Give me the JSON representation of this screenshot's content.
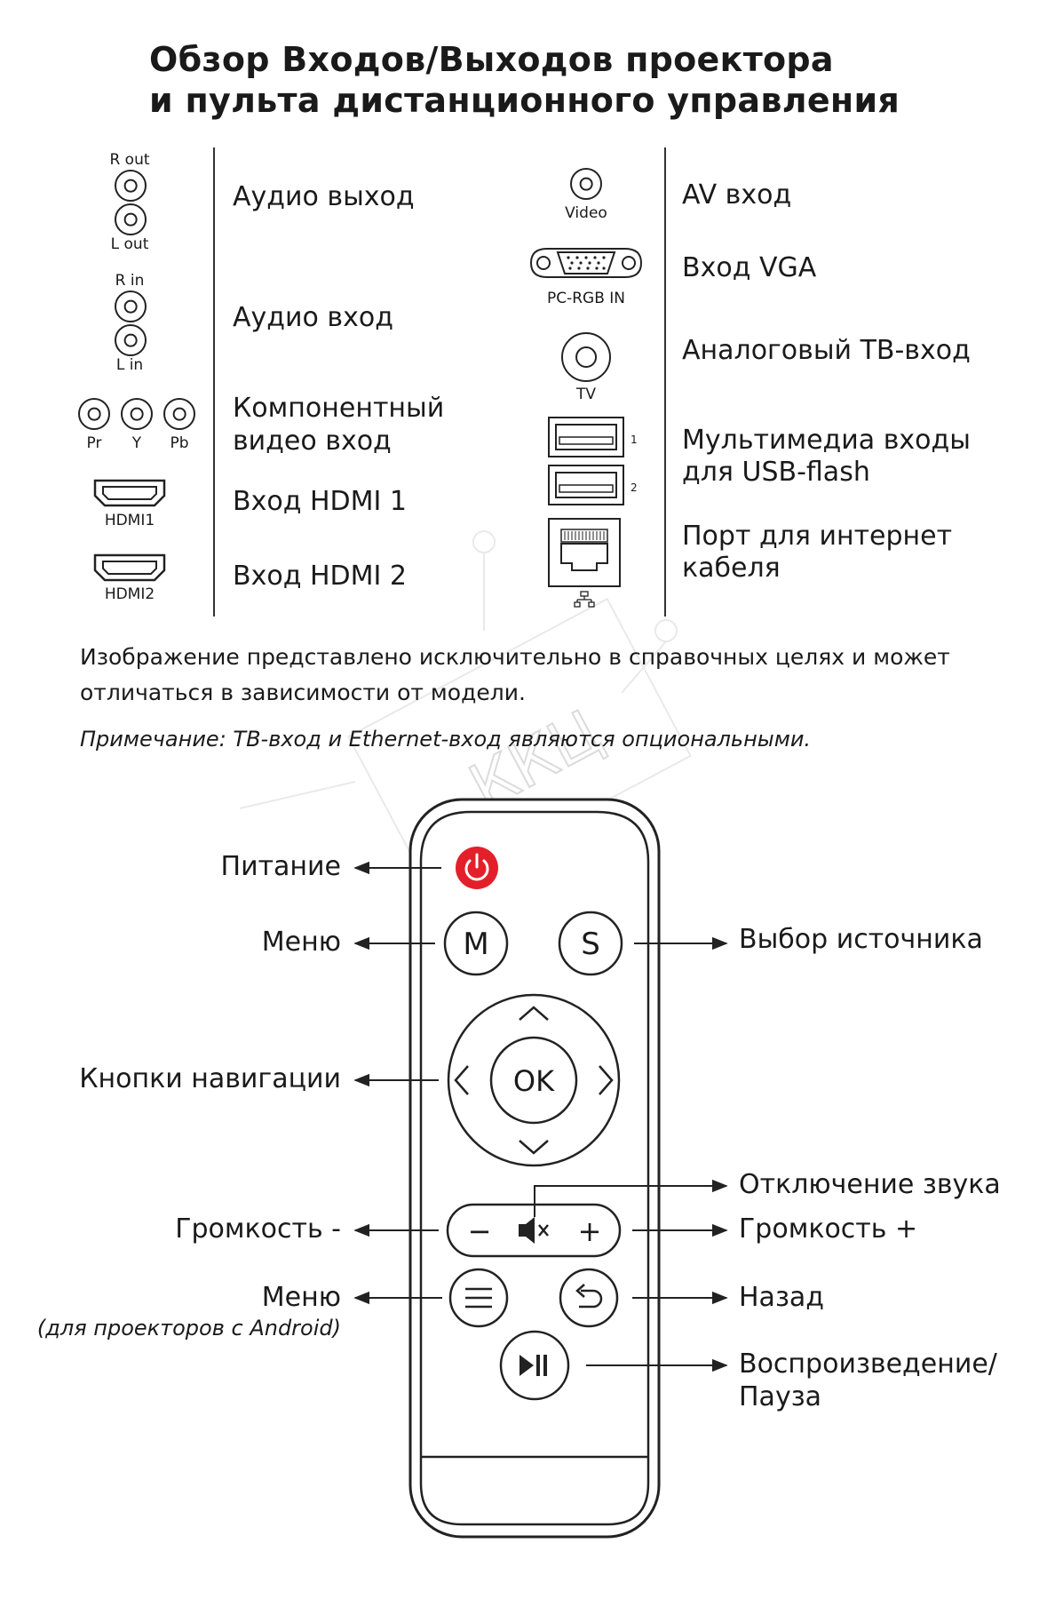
{
  "title": {
    "line1": "Обзор Входов/Выходов проектора",
    "line2": "и пульта дистанционного управления"
  },
  "ports_left": {
    "audio_out": {
      "top": "R out",
      "bottom": "L out",
      "label": "Аудио выход"
    },
    "audio_in": {
      "top": "R in",
      "bottom": "L in",
      "label": "Аудио вход"
    },
    "component": {
      "pr": "Pr",
      "y": "Y",
      "pb": "Pb",
      "label_line1": "Компонентный",
      "label_line2": "видео вход"
    },
    "hdmi1": {
      "caption": "HDMI1",
      "label": "Вход HDMI 1"
    },
    "hdmi2": {
      "caption": "HDMI2",
      "label": "Вход HDMI 2"
    }
  },
  "ports_right": {
    "av": {
      "caption": "Video",
      "label": "AV вход"
    },
    "vga": {
      "caption": "PC-RGB IN",
      "label": "Вход VGA"
    },
    "tv": {
      "caption": "TV",
      "label": "Аналоговый ТВ-вход"
    },
    "usb": {
      "num1": "1",
      "num2": "2",
      "label_line1": "Мультимедиа входы",
      "label_line2": "для USB-flash"
    },
    "lan": {
      "label_line1": "Порт для интернет",
      "label_line2": "кабеля"
    }
  },
  "notes": {
    "line1": "Изображение представлено исключительно в справочных целях и может",
    "line2": "отличаться в зависимости от модели.",
    "remark": "Примечание: ТВ-вход и Ethernet-вход являются опциональными."
  },
  "remote": {
    "power": "Питание",
    "menu": "Меню",
    "source": "Выбор источника",
    "navigation": "Кнопки навигации",
    "mute": "Отключение звука",
    "vol_minus": "Громкость -",
    "vol_plus": "Громкость +",
    "menu_android": "Меню",
    "menu_android_sub": "(для проекторов с Android)",
    "back": "Назад",
    "play_line1": "Воспроизведение/",
    "play_line2": "Пауза",
    "btn_m": "M",
    "btn_s": "S",
    "btn_ok": "OK",
    "btn_minus": "−",
    "btn_plus": "+"
  },
  "watermark": "ККЦ",
  "colors": {
    "power_button": "#e3202a",
    "text": "#1a1a1a",
    "line": "#222222"
  }
}
